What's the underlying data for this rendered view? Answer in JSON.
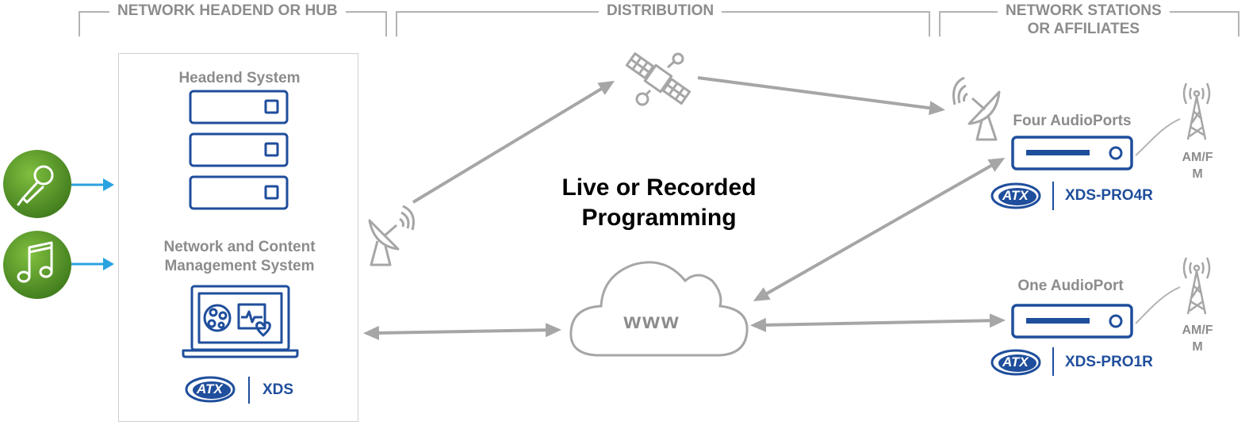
{
  "sections": {
    "headend": "NETWORK HEADEND OR HUB",
    "distribution": "DISTRIBUTION",
    "stations_line1": "NETWORK STATIONS",
    "stations_line2": "OR AFFILIATES"
  },
  "headend_box": {
    "headend_system": "Headend System",
    "mgmt_line1": "Network and Content",
    "mgmt_line2": "Management System",
    "brand": "ATX",
    "product": "XDS"
  },
  "center": {
    "programming_line1": "Live or Recorded",
    "programming_line2": "Programming",
    "cloud": "www"
  },
  "stations": [
    {
      "label": "Four AudioPorts",
      "brand": "ATX",
      "product": "XDS-PRO4R",
      "tower_line1": "AM/F",
      "tower_line2": "M"
    },
    {
      "label": "One AudioPort",
      "brand": "ATX",
      "product": "XDS-PRO1R",
      "tower_line1": "AM/F",
      "tower_line2": "M"
    }
  ],
  "colors": {
    "gray": "#a6a6a6",
    "navy": "#1f4e9c",
    "green": "#5b9a2c",
    "arrow_blue": "#2aa3e0"
  },
  "icons": [
    "microphone-icon",
    "music-note-icon",
    "server-icon",
    "laptop-icon",
    "satellite-icon",
    "satellite-dish-icon",
    "cloud-icon",
    "receiver-icon",
    "radio-tower-icon"
  ]
}
